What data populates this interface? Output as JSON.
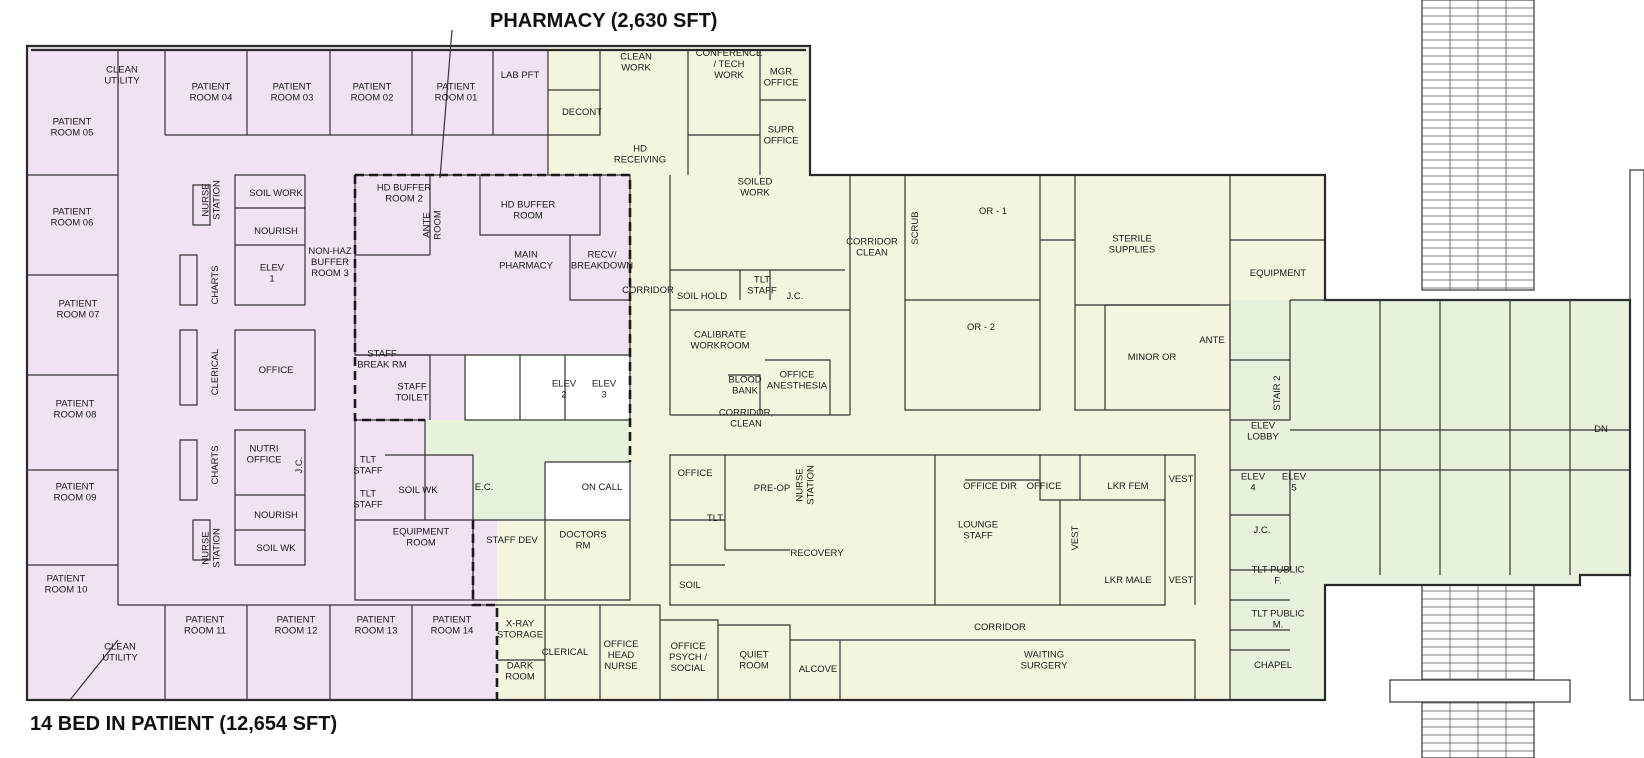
{
  "zones": {
    "inpatient": {
      "title": "14 BED IN PATIENT (12,654 SFT)",
      "color": "#f0e2f2"
    },
    "pharmacy": {
      "title": "PHARMACY (2,630 SFT)",
      "color": "#f0e2f2"
    },
    "surgery": {
      "color": "#f5f5df"
    },
    "core": {
      "color": "#e6f2dc"
    }
  },
  "rooms": {
    "clean_utility_1": "CLEAN\nUTILITY",
    "patient_04": "PATIENT\nROOM 04",
    "patient_03": "PATIENT\nROOM 03",
    "patient_02": "PATIENT\nROOM 02",
    "patient_01": "PATIENT\nROOM 01",
    "lab_pft": "LAB PFT",
    "patient_05": "PATIENT\nROOM 05",
    "patient_06": "PATIENT\nROOM 06",
    "patient_07": "PATIENT\nROOM 07",
    "patient_08": "PATIENT\nROOM 08",
    "patient_09": "PATIENT\nROOM 09",
    "patient_10": "PATIENT\nROOM 10",
    "clean_utility_2": "CLEAN\nUTILITY",
    "patient_11": "PATIENT\nROOM 11",
    "patient_12": "PATIENT\nROOM 12",
    "patient_13": "PATIENT\nROOM 13",
    "patient_14": "PATIENT\nROOM 14",
    "nurse_station_1": "NURSE\nSTATION",
    "charts_1": "CHARTS",
    "clerical_1": "CLERICAL",
    "charts_2": "CHARTS",
    "nurse_station_2": "NURSE\nSTATION",
    "soil_work": "SOIL WORK",
    "nourish_1": "NOURISH",
    "elev_1": "ELEV\n1",
    "non_haz": "NON-HAZ\nBUFFER\nROOM 3",
    "office_1": "OFFICE",
    "nutri_office": "NUTRI\nOFFICE",
    "jc_1": "J.C.",
    "nourish_2": "NOURISH",
    "soil_wk_1": "SOIL WK",
    "hd_buffer_2": "HD BUFFER\nROOM 2",
    "ante": "ANTE\nROOM",
    "hd_buffer": "HD BUFFER\nROOM",
    "main_pharmacy": "MAIN\nPHARMACY",
    "recv_breakdown": "RECV/\nBREAKDOWN",
    "staff_break": "STAFF\nBREAK RM",
    "staff_toilet": "STAFF\nTOILET",
    "elev_2": "ELEV\n2",
    "elev_3": "ELEV\n3",
    "tlt_staff_1": "TLT\nSTAFF",
    "tlt_staff_2": "TLT\nSTAFF",
    "soil_wk_2": "SOIL WK",
    "ec": "E.C.",
    "on_call": "ON CALL",
    "equipment_room": "EQUIPMENT\nROOM",
    "staff_dev": "STAFF DEV",
    "doctors_rm": "DOCTORS\nRM",
    "xray_storage": "X-RAY\nSTORAGE",
    "dark_room": "DARK\nROOM",
    "clerical_2": "CLERICAL",
    "office_head_nurse": "OFFICE\nHEAD\nNURSE",
    "office_psych": "OFFICE\nPSYCH /\nSOCIAL",
    "quiet_room": "QUIET\nROOM",
    "alcove": "ALCOVE",
    "waiting_surgery": "WAITING\nSURGERY",
    "corridor_bottom": "CORRIDOR",
    "clean_work": "CLEAN\nWORK",
    "conference": "CONFERENCE\n/ TECH\nWORK",
    "mgr_office": "MGR\nOFFICE",
    "decont": "DECONT",
    "supr_office": "SUPR\nOFFICE",
    "hd_receiving": "HD\nRECEIVING",
    "soiled_work": "SOILED\nWORK",
    "corridor_clean_1": "CORRIDOR\nCLEAN",
    "scrub": "SCRUB",
    "or_1": "OR - 1",
    "or_2": "OR - 2",
    "sterile_supplies": "STERILE\nSUPPLIES",
    "equipment": "EQUIPMENT",
    "corridor_mid": "CORRIDOR",
    "soil_hold": "SOIL HOLD",
    "tlt_staff_3": "TLT\nSTAFF",
    "jc_2": "J.C.",
    "calibrate": "CALIBRATE\nWORKROOM",
    "blood_bank": "BLOOD\nBANK",
    "office_anesthesia": "OFFICE\nANESTHESIA",
    "corridor_clean_2": "CORRIDOR,\nCLEAN",
    "minor_or": "MINOR OR",
    "ante_2": "ANTE",
    "stair_2": "STAIR 2",
    "elev_lobby": "ELEV\nLOBBY",
    "elev_4": "ELEV\n4",
    "elev_5": "ELEV\n5",
    "jc_3": "J.C.",
    "tlt_public_1": "TLT PUBLIC\nF.",
    "tlt_public_2": "TLT PUBLIC\nM.",
    "chapel": "CHAPEL",
    "office_2": "OFFICE",
    "pre_op": "PRE-OP",
    "nurse_station_3": "NURSE\nSTATION",
    "tlt": "TLT",
    "soil": "SOIL",
    "recovery": "RECOVERY",
    "office_dir": "OFFICE DIR",
    "office_3": "OFFICE",
    "lkr_fem": "LKR FEM",
    "vest_1": "VEST",
    "lounge_staff": "LOUNGE\nSTAFF",
    "vest_2": "VEST",
    "lkr_male": "LKR MALE",
    "vest_3": "VEST",
    "dn": "DN"
  }
}
